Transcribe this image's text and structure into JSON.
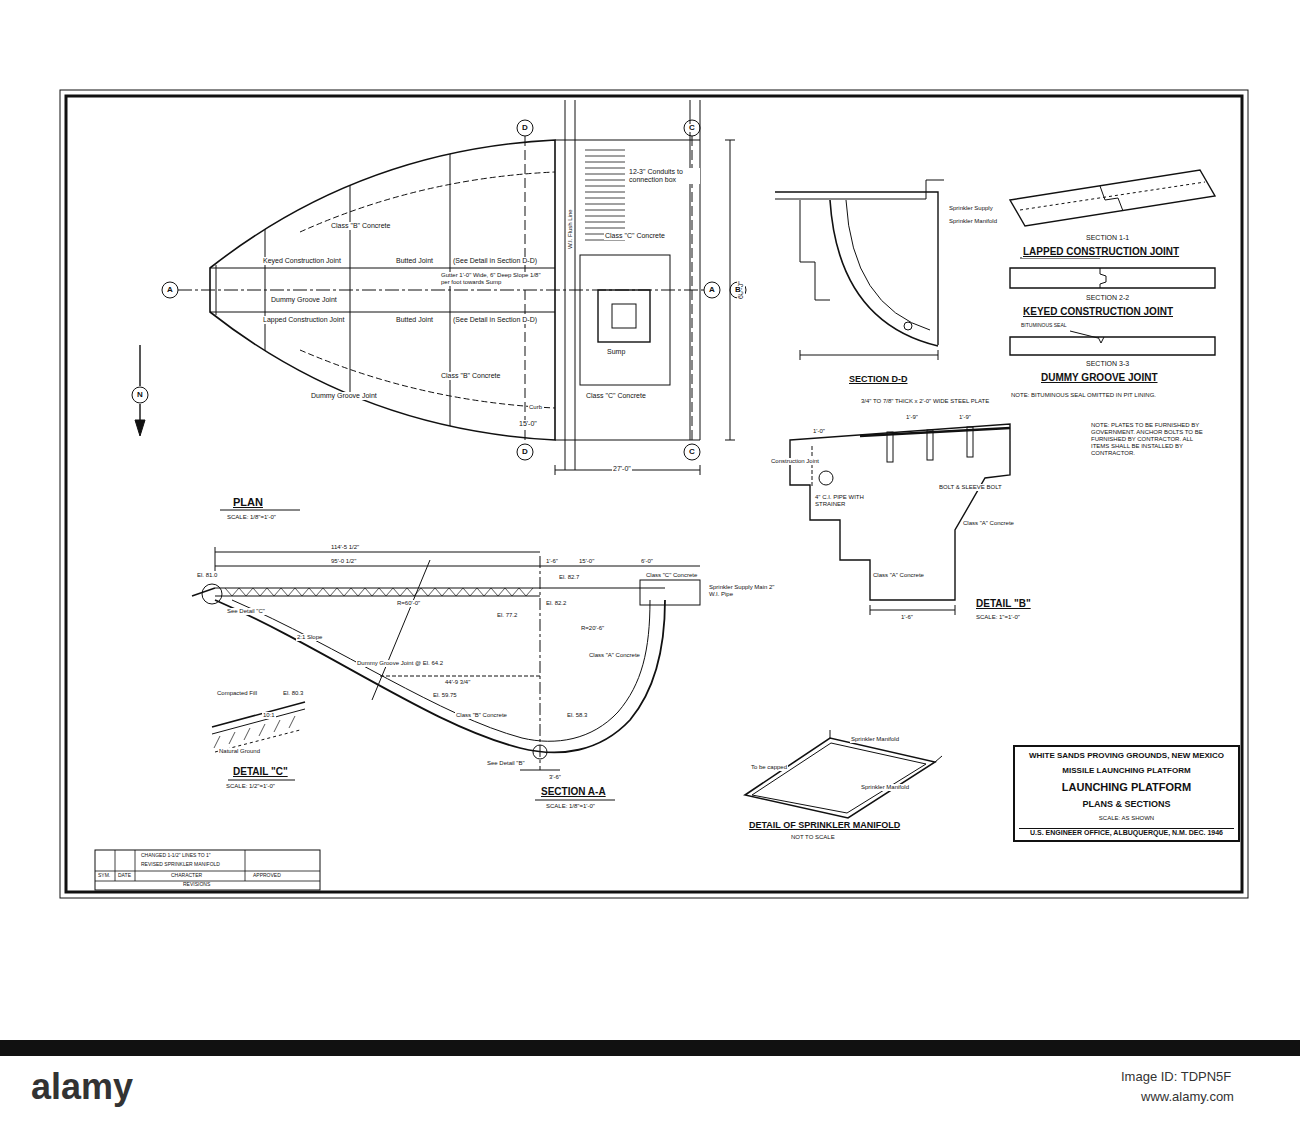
{
  "diagram": {
    "nodes": [
      {
        "text": [
          "WHITE SANDS PROVING GROUNDS, NEW MEXICO",
          "MISSILE LAUNCHING PLATFORM",
          "LAUNCHING PLATFORM",
          "PLANS & SECTIONS",
          "SCALE: AS SHOWN",
          "U.S. ENGINEER OFFICE, ALBUQUERQUE, N.M. DEC. 1946"
        ]
      }
    ],
    "labels": [
      "Class \"B\" Concrete",
      "Keyed Construction Joint",
      "Butted Joint",
      "(See Detail in Section D-D)",
      "Gutter 1'-0\" Wide, 6\" Deep Slope 1/8\" per foot towards Sump",
      "Dummy Groove Joint",
      "Lapped Construction Joint",
      "Butted Joint",
      "(See Detail in Section D-D)",
      "Dummy Groove Joint",
      "Class \"B\" Concrete",
      "12-3\" Conduits to connection box",
      "Class \"C\" Concrete",
      "Sump",
      "Class \"C\" Concrete",
      "15'-0\"",
      "27'-0\"",
      "68'-0\"",
      "Curb",
      "W.I. Flush Line",
      "PLAN",
      "SCALE: 1/8\"=1'-0\"",
      "A",
      "A",
      "B",
      "D",
      "D",
      "C",
      "C",
      "N",
      "Sprinkler Supply",
      "Sprinkler Manifold",
      "SECTION D-D",
      "SECTION 1-1",
      "LAPPED CONSTRUCTION JOINT",
      "SECTION 2-2",
      "KEYED CONSTRUCTION JOINT",
      "SECTION 3-3",
      "DUMMY GROOVE JOINT",
      "NOTE: BITUMINOUS SEAL OMITTED IN PIT LINING.",
      "BITUMINOUS SEAL",
      "NOTE: PLATES TO BE FURNISHED BY GOVERNMENT. ANCHOR BOLTS TO BE FURNISHED BY CONTRACTOR. ALL ITEMS SHALL BE INSTALLED BY CONTRACTOR.",
      "3/4\" TO 7/8\" THICK x 2'-0\" WIDE STEEL PLATE",
      "1'-0\"",
      "1'-9\"",
      "1'-9\"",
      "Construction Joint",
      "BOLT & SLEEVE BOLT",
      "4\" C.I. PIPE WITH STRAINER",
      "Class \"A\" Concrete",
      "Class \"A\" Concrete",
      "1'-6\"",
      "DETAIL \"B\"",
      "SCALE: 1\"=1'-0\"",
      "El. 81.0",
      "114'-5 1/2\"",
      "95'-0 1/2\"",
      "1'-6\"",
      "15'-0\"",
      "6'-0\"",
      "El. 82.7",
      "Class \"C\" Concrete",
      "Sprinkler Supply Main 2\" W.I. Pipe",
      "El. 82.2",
      "El. 77.2",
      "R=20'-6\"",
      "Class \"A\" Concrete",
      "R=60'-0\"",
      "2:1 Slope",
      "Dummy Groove Joint @ El. 64.2",
      "44'-9 3/4\"",
      "El. 59.75",
      "Class \"B\" Concrete",
      "El. 58.3",
      "See Detail \"C\"",
      "See Detail \"B\"",
      "3'-6\"",
      "SECTION A-A",
      "SCALE: 1/8\"=1'-0\"",
      "Compacted Fill",
      "10:1",
      "El. 80.3",
      "Natural Ground",
      "DETAIL \"C\"",
      "SCALE: 1/2\"=1'-0\"",
      "Sprinkler Manifold",
      "To be capped",
      "Sprinkler Manifold",
      "DETAIL OF SPRINKLER MANIFOLD",
      "NOT TO SCALE",
      "CHANGED 1-1/2\" LINES TO 1\"",
      "REVISED SPRINKLER MANIFOLD",
      "SYM.",
      "DATE",
      "CHARACTER",
      "APPROVED",
      "REVISIONS",
      "alamy",
      "Image ID: TDPN5F",
      "www.alamy.com"
    ]
  }
}
